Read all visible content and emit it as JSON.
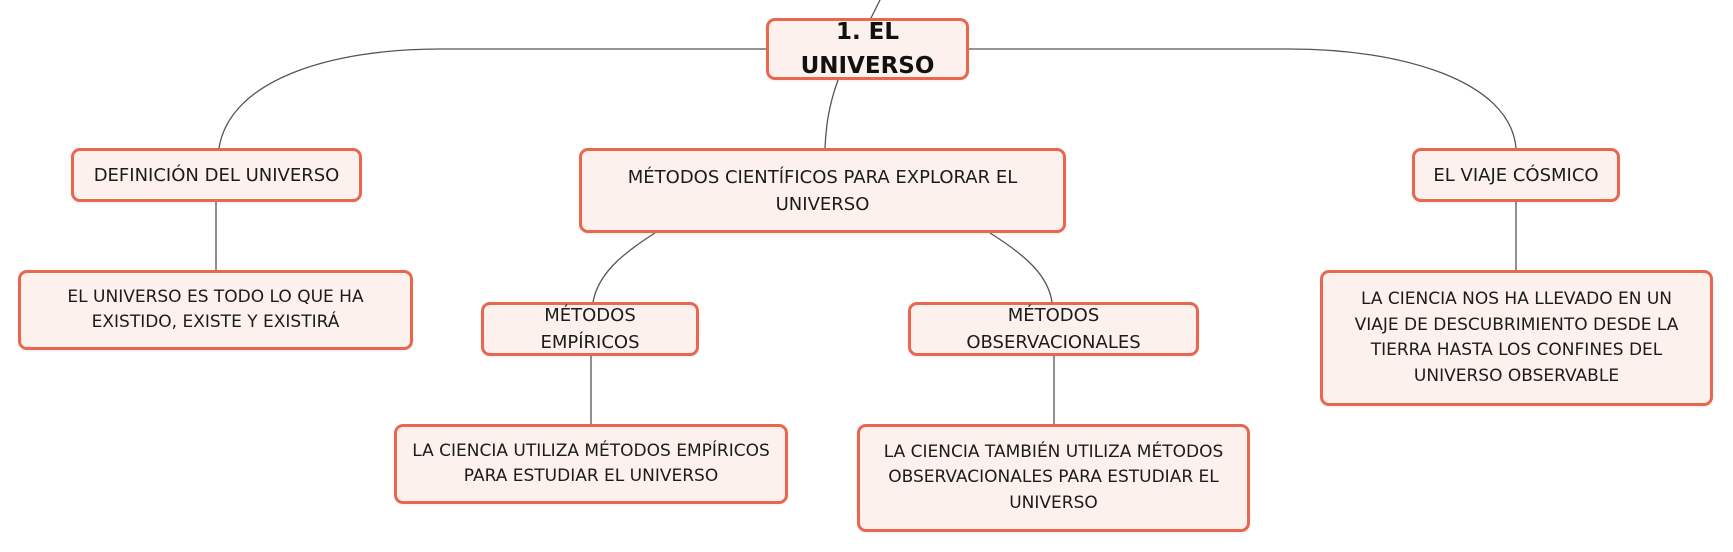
{
  "colors": {
    "node_fill": "#fdf1ed",
    "node_border": "#e9664f",
    "connector": "#555555",
    "text": "#1b1b1b"
  },
  "nodes": {
    "root": "1. EL UNIVERSO",
    "definicion": "DEFINICIÓN DEL UNIVERSO",
    "definicion_detalle": "EL UNIVERSO ES TODO LO QUE HA EXISTIDO, EXISTE Y EXISTIRÁ",
    "metodos": "MÉTODOS CIENTÍFICOS PARA EXPLORAR EL UNIVERSO",
    "empiricos": "MÉTODOS EMPÍRICOS",
    "empiricos_detalle": "LA CIENCIA UTILIZA MÉTODOS EMPÍRICOS PARA ESTUDIAR EL UNIVERSO",
    "observacionales": "MÉTODOS OBSERVACIONALES",
    "observacionales_detalle": "LA CIENCIA TAMBIÉN UTILIZA MÉTODOS OBSERVACIONALES PARA ESTUDIAR EL UNIVERSO",
    "viaje": "EL VIAJE CÓSMICO",
    "viaje_detalle": "LA CIENCIA NOS HA LLEVADO EN UN VIAJE DE DESCUBRIMIENTO DESDE LA TIERRA HASTA LOS CONFINES DEL UNIVERSO OBSERVABLE"
  }
}
